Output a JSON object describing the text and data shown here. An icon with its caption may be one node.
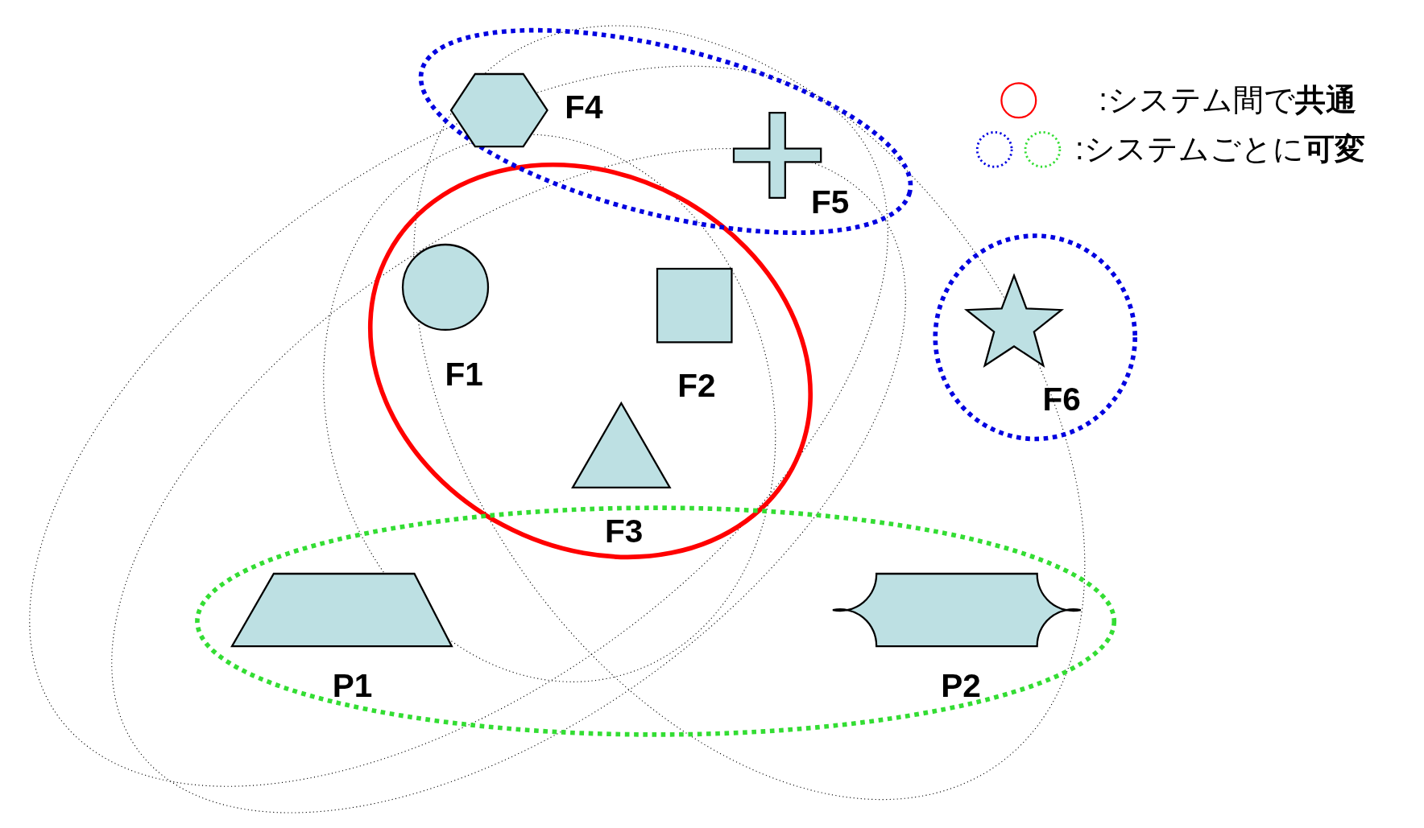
{
  "diagram": {
    "nodes": [
      {
        "text": [
          "F4"
        ]
      },
      {
        "text": [
          "F5"
        ]
      },
      {
        "text": [
          "F1"
        ]
      },
      {
        "text": [
          "F2"
        ]
      },
      {
        "text": [
          "F6"
        ]
      },
      {
        "text": [
          "F3"
        ]
      },
      {
        "text": [
          "P1"
        ]
      },
      {
        "text": [
          "P2"
        ]
      }
    ],
    "legend": [
      {
        "text": ":システム間で**共通**"
      },
      {
        "text": ":システムごとに**可変**"
      }
    ]
  }
}
